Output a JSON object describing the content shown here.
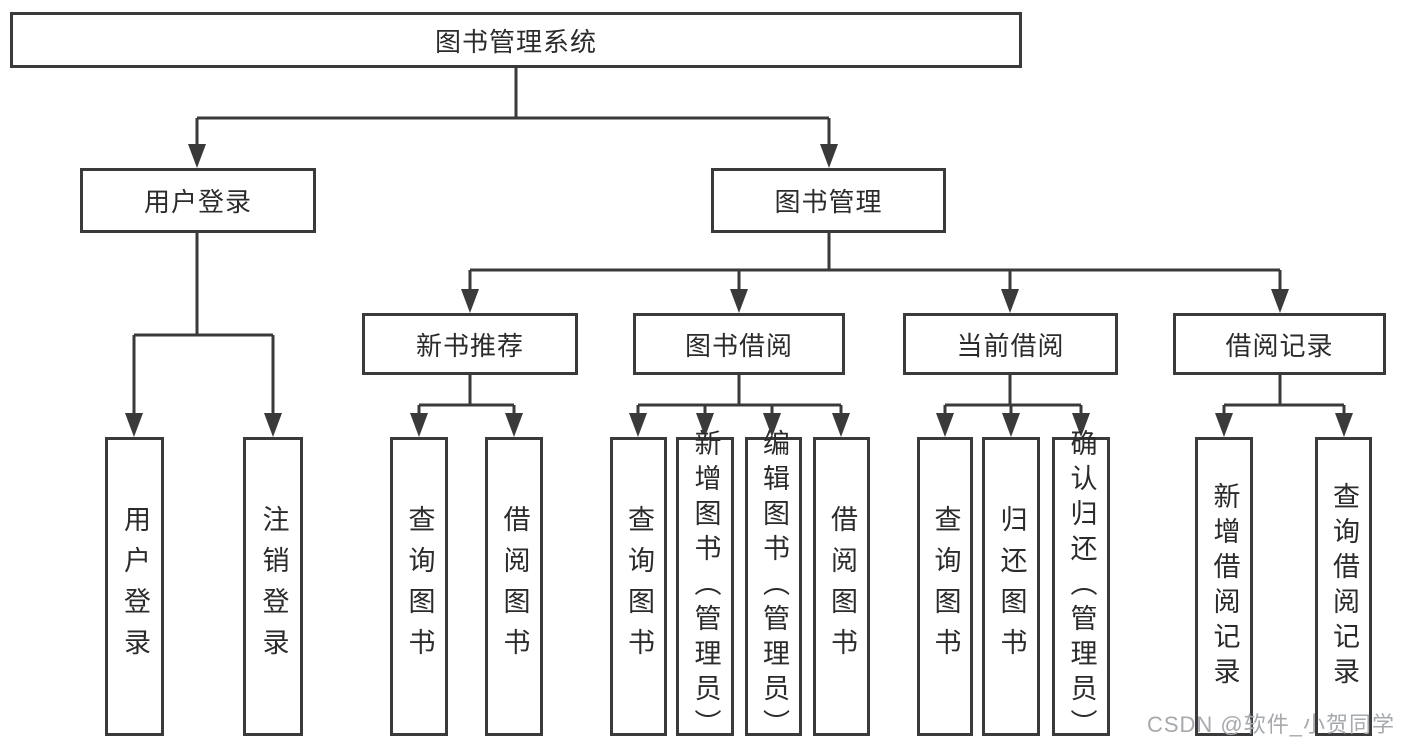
{
  "colors": {
    "line": "#3a3a3a",
    "text": "#2b2b2b",
    "watermark": "#a6a9ad",
    "background": "#ffffff"
  },
  "watermark": "CSDN @软件_小贺同学",
  "tree": {
    "label": "图书管理系统",
    "children": [
      {
        "label": "用户登录",
        "children": [
          {
            "label": "用户登录"
          },
          {
            "label": "注销登录"
          }
        ]
      },
      {
        "label": "图书管理",
        "children": [
          {
            "label": "新书推荐",
            "children": [
              {
                "label": "查询图书"
              },
              {
                "label": "借阅图书"
              }
            ]
          },
          {
            "label": "图书借阅",
            "children": [
              {
                "label": "查询图书"
              },
              {
                "label": "新增图书（管理员）"
              },
              {
                "label": "编辑图书（管理员）"
              },
              {
                "label": "借阅图书"
              }
            ]
          },
          {
            "label": "当前借阅",
            "children": [
              {
                "label": "查询图书"
              },
              {
                "label": "归还图书"
              },
              {
                "label": "确认归还（管理员）"
              }
            ]
          },
          {
            "label": "借阅记录",
            "children": [
              {
                "label": "新增借阅记录"
              },
              {
                "label": "查询借阅记录"
              }
            ]
          }
        ]
      }
    ]
  }
}
